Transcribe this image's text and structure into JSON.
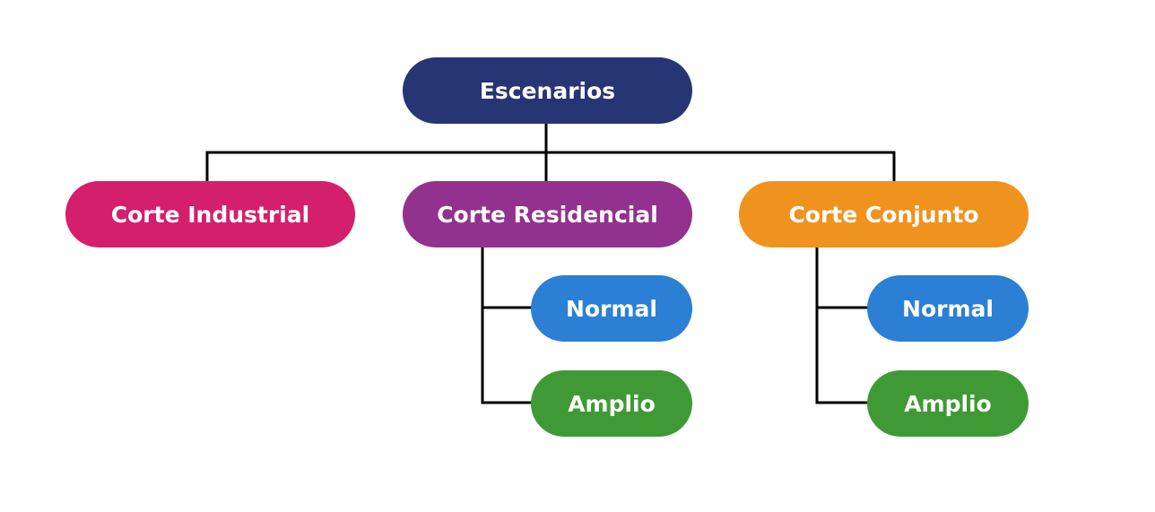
{
  "colors": {
    "root": "#263573",
    "industrial": "#d41f6c",
    "residencial": "#93318f",
    "conjunto": "#f0921e",
    "normal": "#2b7fd4",
    "amplio": "#3f9a35",
    "connector": "#000000"
  },
  "root": {
    "label": "Escenarios"
  },
  "branches": [
    {
      "id": "industrial",
      "label": "Corte Industrial",
      "children": []
    },
    {
      "id": "residencial",
      "label": "Corte Residencial",
      "children": [
        {
          "label": "Normal"
        },
        {
          "label": "Amplio"
        }
      ]
    },
    {
      "id": "conjunto",
      "label": "Corte Conjunto",
      "children": [
        {
          "label": "Normal"
        },
        {
          "label": "Amplio"
        }
      ]
    }
  ]
}
